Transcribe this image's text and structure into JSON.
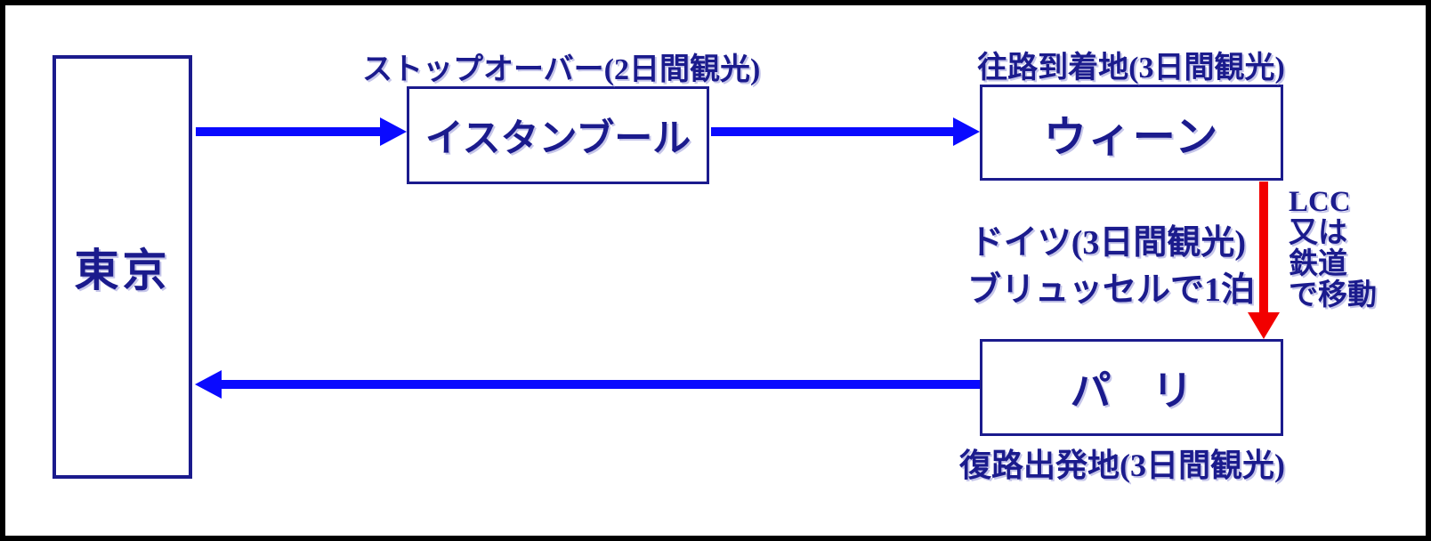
{
  "colors": {
    "navy": "#1b1b8d",
    "blue": "#0a0aff",
    "red": "#f20000",
    "frame": "#000000",
    "background": "#ffffff"
  },
  "nodes": {
    "tokyo": {
      "label": "東京"
    },
    "istanbul": {
      "label": "イスタンブール",
      "caption": "ストップオーバー(2日間観光)"
    },
    "vienna": {
      "label": "ウィーン",
      "caption": "往路到着地(3日間観光)"
    },
    "paris": {
      "label": "パ　リ",
      "caption": "復路出発地(3日間観光)"
    }
  },
  "notes": {
    "germany": "ドイツ(3日間観光)",
    "brussels": "ブリュッセルで1泊",
    "transfer_mode": "LCC\n又は\n鉄道\nで移動"
  },
  "edges": [
    {
      "from": "tokyo",
      "to": "istanbul",
      "style": "blue-arrow"
    },
    {
      "from": "istanbul",
      "to": "vienna",
      "style": "blue-arrow"
    },
    {
      "from": "vienna",
      "to": "paris",
      "style": "red-arrow"
    },
    {
      "from": "paris",
      "to": "tokyo",
      "style": "blue-arrow"
    }
  ]
}
